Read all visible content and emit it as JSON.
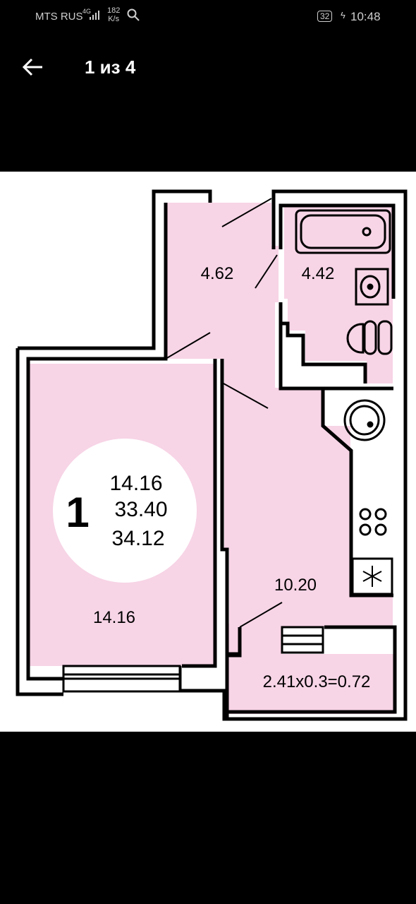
{
  "status_bar": {
    "carrier": "MTS RUS",
    "network": "4G",
    "speed_value": "182",
    "speed_unit": "K/s",
    "battery": "32",
    "time": "10:48"
  },
  "viewer": {
    "counter": "1 из 4"
  },
  "plan": {
    "rooms_count": "1",
    "living_area": "14.16",
    "total_area": "33.40",
    "total_area_balcony": "34.12",
    "corridor": "4.62",
    "bathroom": "4.42",
    "kitchen": "10.20",
    "room": "14.16",
    "balcony": "2.41x0.3=0.72"
  },
  "colors": {
    "room_fill": "#f7d4e6",
    "wall": "#000000"
  }
}
